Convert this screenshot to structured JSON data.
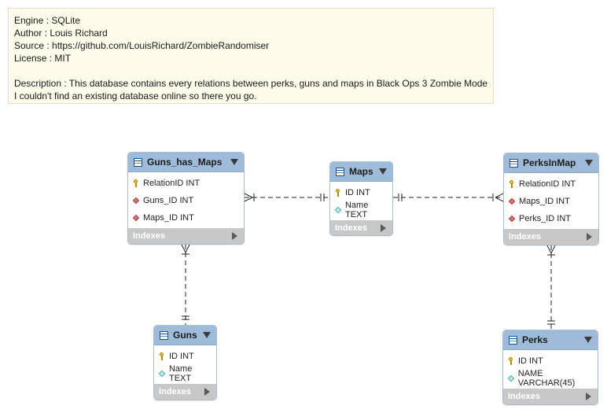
{
  "note": {
    "engine": "Engine : SQLite",
    "author": "Author : Louis Richard",
    "source": "Source : https://github.com/LouisRichard/ZombieRandomiser",
    "license": "License : MIT",
    "description": "Description : This database contains every relations between perks, guns and maps in Black Ops 3 Zombie Mode",
    "description2": "I couldn't find an existing database online so there you go."
  },
  "indexes_label": "Indexes",
  "tables": {
    "guns_has_maps": {
      "name": "Guns_has_Maps",
      "columns": [
        {
          "name": "RelationID INT",
          "kind": "pk"
        },
        {
          "name": "Guns_ID INT",
          "kind": "fk"
        },
        {
          "name": "Maps_ID INT",
          "kind": "fk"
        }
      ]
    },
    "maps": {
      "name": "Maps",
      "columns": [
        {
          "name": "ID INT",
          "kind": "pk"
        },
        {
          "name": "Name TEXT",
          "kind": "col"
        }
      ]
    },
    "perks_in_map": {
      "name": "PerksInMap",
      "columns": [
        {
          "name": "RelationID INT",
          "kind": "pk"
        },
        {
          "name": "Maps_ID INT",
          "kind": "fk"
        },
        {
          "name": "Perks_ID INT",
          "kind": "fk"
        }
      ]
    },
    "guns": {
      "name": "Guns",
      "columns": [
        {
          "name": "ID INT",
          "kind": "pk"
        },
        {
          "name": "Name TEXT",
          "kind": "col"
        }
      ]
    },
    "perks": {
      "name": "Perks",
      "columns": [
        {
          "name": "ID INT",
          "kind": "pk"
        },
        {
          "name": "NAME VARCHAR(45)",
          "kind": "col"
        }
      ]
    }
  },
  "colors": {
    "header": "#9ebcd9",
    "indexes_bar": "#c8c8c8",
    "note_bg": "#fdfbe9",
    "pk_key": "#f2c418",
    "fk_diamond": "#d9716d",
    "col_diamond": "#bff0f0"
  }
}
